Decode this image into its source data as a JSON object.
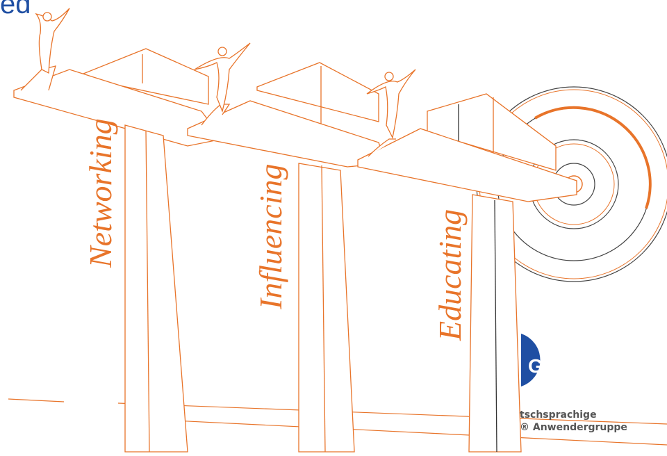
{
  "heading": "ed",
  "pillars": [
    {
      "label": "Networking"
    },
    {
      "label": "Influencing"
    },
    {
      "label": "Educating"
    }
  ],
  "brand": {
    "logo_letter": "G",
    "line1": "tschsprachige",
    "line2": "® Anwendergruppe"
  },
  "colors": {
    "accent": "#e8742a",
    "heading": "#1f4fa3",
    "logo": "#1f4fa3",
    "outline": "#e8742a",
    "ring_dark": "#333333"
  }
}
